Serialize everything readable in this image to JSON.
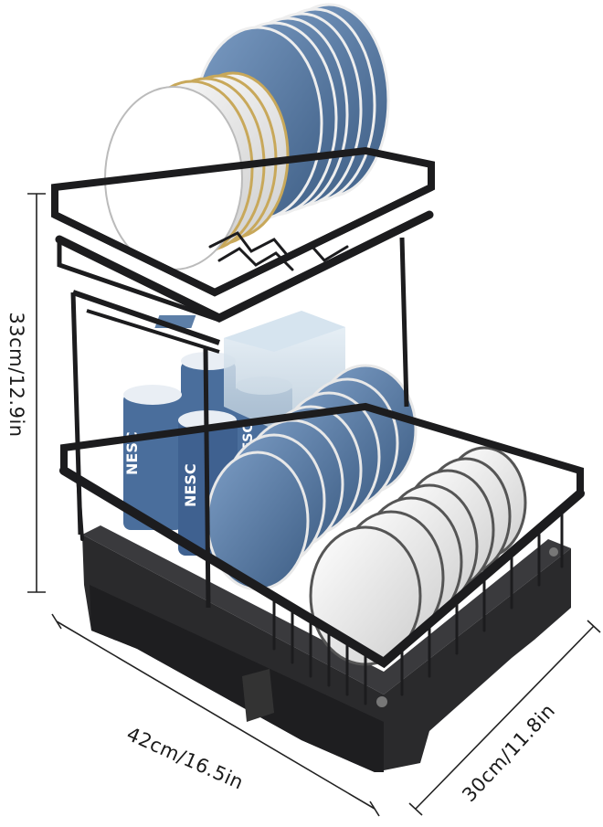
{
  "dimensions": {
    "height_label": "33cm/12.9in",
    "width_label": "42cm/16.5in",
    "depth_label": "30cm/11.8in"
  },
  "cup_brand_text": "NESC",
  "colors": {
    "rack": "#1c1c1e",
    "tray": "#2a2a2c",
    "blue_plate": "#5d7fa8",
    "blue_plate_dark": "#3f5f86",
    "white_plate": "#f2f2f2",
    "gold_rim": "#c8a85a",
    "cup_blue": "#4a6e9c"
  },
  "icons": [
    "dish-rack-product-image"
  ]
}
